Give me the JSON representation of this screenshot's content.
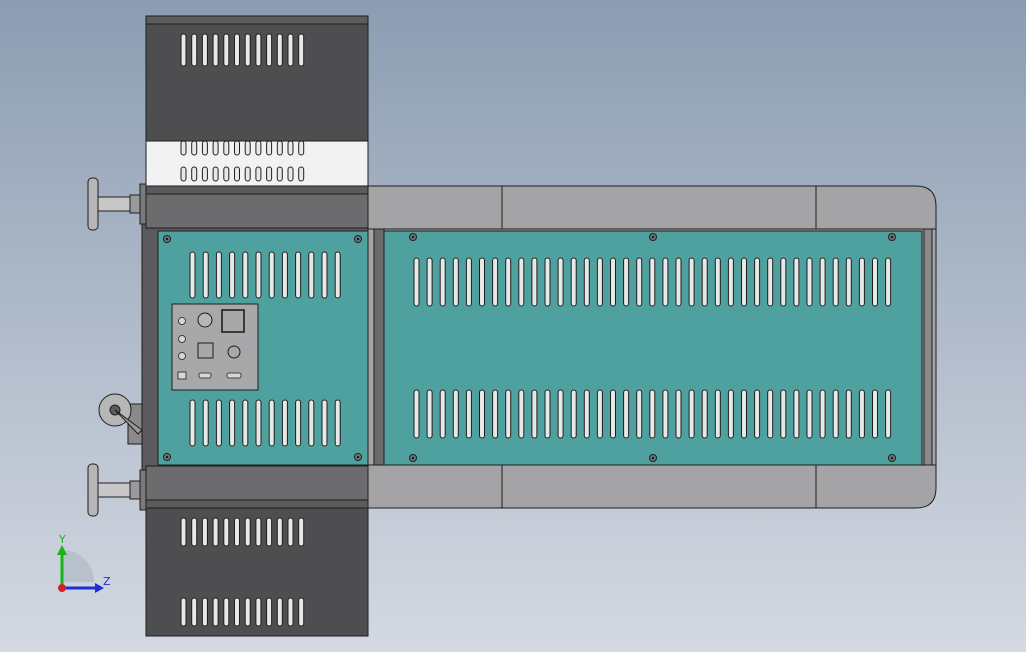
{
  "scene": {
    "background_top": "#8c9db2",
    "background_bottom": "#d4d9e2"
  },
  "colors": {
    "teal_panel": "#4fa1a0",
    "dark_box": "#4e4e50",
    "light_box": "#a4a4a6",
    "frame_dark": "#5b5b5d",
    "white_band": "#f2f2f2",
    "outline": "#1e1e1e",
    "slot": "#e8e8e8",
    "axis_y": "#19b319",
    "axis_z": "#1a2fd6",
    "axis_origin": "#d42020"
  },
  "axis_triad": {
    "y_label": "Y",
    "z_label": "Z"
  },
  "parts": {
    "top_heater_box": "heater-box-top",
    "bottom_heater_box": "heater-box-bottom",
    "control_panel": "control-panel",
    "main_panel": "main-vented-panel",
    "handwheels": [
      "handwheel-top",
      "handwheel-bottom"
    ],
    "caster": "caster-wheel"
  }
}
